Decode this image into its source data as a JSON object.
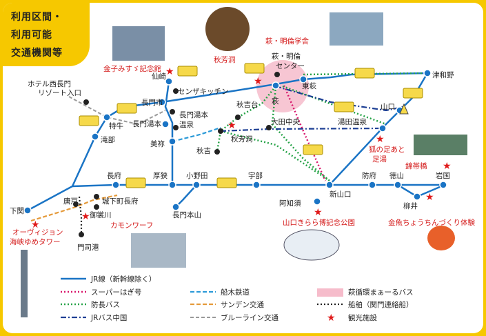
{
  "badge": {
    "lines": [
      "利用区間・",
      "利用可能",
      "交通機関等"
    ]
  },
  "stations": {
    "hotel": [
      "ホテル西長門",
      "リゾート入口"
    ],
    "senzaki": "仙崎",
    "senzaki_kitchen": "センザキッチン",
    "nagatoshi": "長門市",
    "nagato_yumoto": "長門湯本",
    "nagato_yumoto_onsen": [
      "長門湯本",
      "温泉"
    ],
    "tokugyu": "特牛",
    "takibe": "滝部",
    "mine": "美祢",
    "akiyoshidai": "秋吉台",
    "akiyoshido_stop": "秋芳洞",
    "akiyoshi": "秋吉",
    "oota_chuo": "大田中央",
    "hagi": "萩",
    "higashihagi": "東萩",
    "hagi_meirin": [
      "萩・明倫",
      "センター"
    ],
    "tsuwano": "津和野",
    "yamaguchi": "山口",
    "yuda_onsen": "湯田温泉",
    "shimonoseki": "下関",
    "chofu": "長府",
    "koto": "厚狭",
    "onoda": "小野田",
    "ube": "宇部",
    "shinyamaguchi": "新山口",
    "hofu": "防府",
    "tokuyama": "徳山",
    "iwakuni": "岩国",
    "yanai": "柳井",
    "ajisu": "阿知須",
    "nagato_motoyama": "長門本山",
    "karato": "唐戸",
    "jokamachi_chofu": "城下町長府",
    "gokushi": "御裳川",
    "mojiko": "門司港"
  },
  "spots": {
    "kaneko": "金子みすゞ記念館",
    "akiyoshido": "秋芳洞",
    "hagi_meirin_school": "萩・明倫学舎",
    "kitsune": [
      "狐の足あと",
      "足湯"
    ],
    "kintaikyo": "錦帯橋",
    "kirara": "山口きらら博記念公園",
    "kingyo": "金魚ちょうちんづくり体験",
    "kamon": "カモンワーフ",
    "tower": [
      "オーヴィジョン",
      "海峡ゆめタワー"
    ]
  },
  "legend": {
    "jr": "JR線（新幹線除く）",
    "super_hagi": "スーパーはぎ号",
    "bocho": "防長バス",
    "jr_bus": "JRバス中国",
    "funaki": "船木鉄道",
    "sanden": "サンデン交通",
    "blueline": "ブルーライン交通",
    "hagi_loop": "萩循環まぁーるバス",
    "ship": "船舶（関門連絡船）",
    "sight": "観光施設"
  },
  "colors": {
    "frame": "#f6c800",
    "jr": "#1a74c5",
    "super_hagi": "#d9176c",
    "bocho": "#27a348",
    "jr_bus": "#1d3f94",
    "funaki": "#2c9ad8",
    "sanden": "#e59a3a",
    "blueline": "#999999",
    "hagi_loop": "#f6bccb",
    "ship": "#222222",
    "sight": "#e01a1a"
  }
}
